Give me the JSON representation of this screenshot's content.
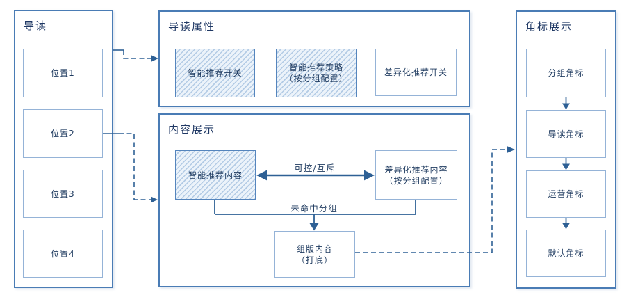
{
  "left_panel": {
    "title": "导读",
    "items": [
      {
        "label": "位置1"
      },
      {
        "label": "位置2"
      },
      {
        "label": "位置3"
      },
      {
        "label": "位置4"
      }
    ]
  },
  "attributes_panel": {
    "title": "导读属性",
    "boxes": [
      {
        "label": "智能推荐开关",
        "style": "hatched"
      },
      {
        "label": "智能推荐策略",
        "sublabel": "（按分组配置）",
        "style": "hatched"
      },
      {
        "label": "差异化推荐开关",
        "style": "plain"
      }
    ]
  },
  "content_panel": {
    "title": "内容展示",
    "smart_box": {
      "label": "智能推荐内容",
      "style": "hatched"
    },
    "diff_box": {
      "label": "差异化推荐内容",
      "sublabel": "（按分组配置）",
      "style": "plain"
    },
    "fallback_box": {
      "label": "组版内容",
      "sublabel": "（打底）",
      "style": "plain"
    },
    "edge_labels": {
      "exclusive": "可控/互斥",
      "miss_group": "未命中分组"
    }
  },
  "badge_panel": {
    "title": "角标展示",
    "items": [
      {
        "label": "分组角标"
      },
      {
        "label": "导读角标"
      },
      {
        "label": "运营角标"
      },
      {
        "label": "默认角标"
      }
    ]
  },
  "palette": {
    "container_border": "#4a7cb5",
    "box_border": "#95b3d7",
    "hatch_border": "#5585bd",
    "hatch_bg": "#ecf3fa",
    "hatch_stripe": "#b3cbe5",
    "connector": "#2e6095",
    "text": "#1e3a5f"
  }
}
